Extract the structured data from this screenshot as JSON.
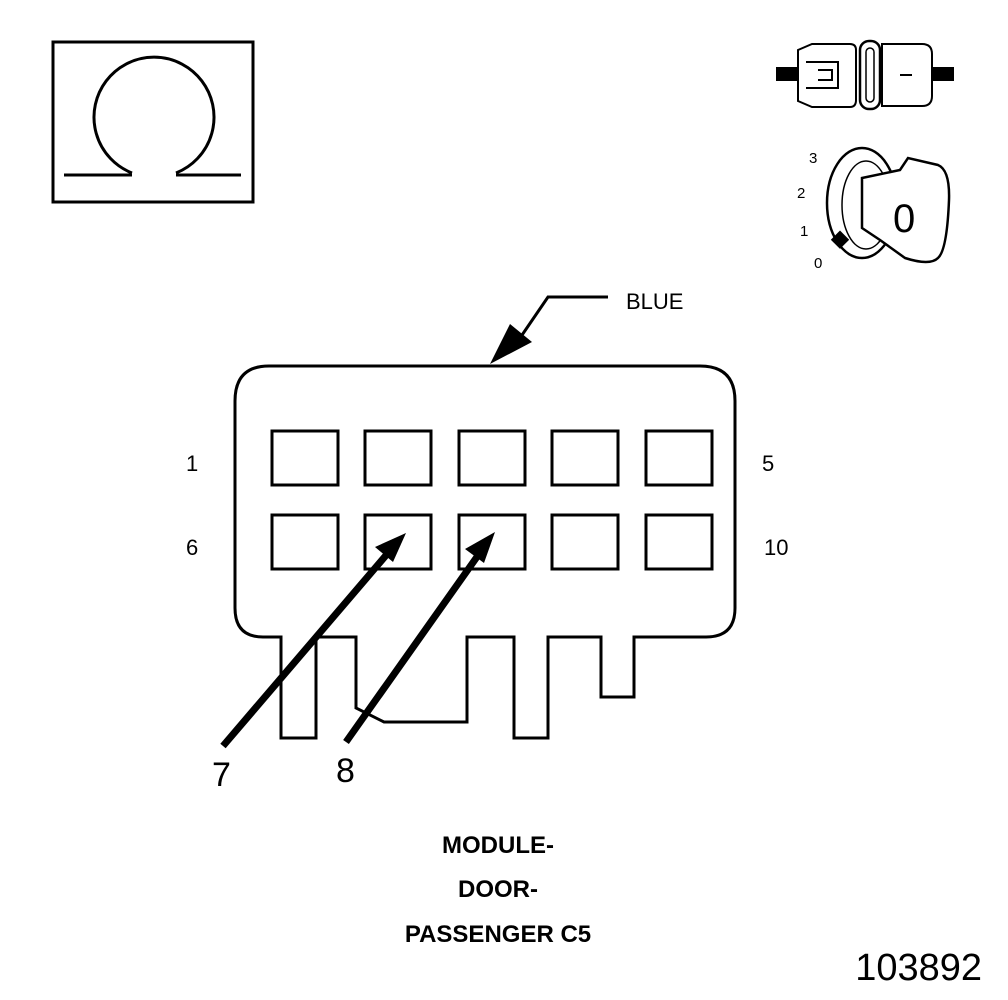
{
  "icons": {
    "ohm": "ohm-meter-icon",
    "connector": "disconnected-connector-icon",
    "ignition": "ignition-key-off-icon"
  },
  "ignition": {
    "positions": [
      "3",
      "2",
      "1",
      "0"
    ],
    "key_position": "0"
  },
  "connector": {
    "color_callout": "BLUE",
    "pin_labels": {
      "top_left": "1",
      "top_right": "5",
      "bottom_left": "6",
      "bottom_right": "10"
    },
    "arrow_labels": [
      "7",
      "8"
    ]
  },
  "title": [
    "MODULE-",
    "DOOR-",
    "PASSENGER C5"
  ],
  "figure_id": "103892"
}
